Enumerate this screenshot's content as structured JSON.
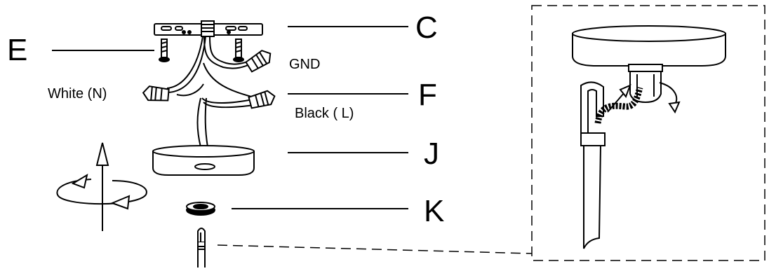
{
  "labels": {
    "C": "C",
    "E": "E",
    "F": "F",
    "J": "J",
    "K": "K",
    "gnd": "GND",
    "white": "White (N)",
    "black": "Black ( L)"
  },
  "colors": {
    "line": "#000000",
    "fill": "#ffffff",
    "shade": "#e6e6e6"
  }
}
